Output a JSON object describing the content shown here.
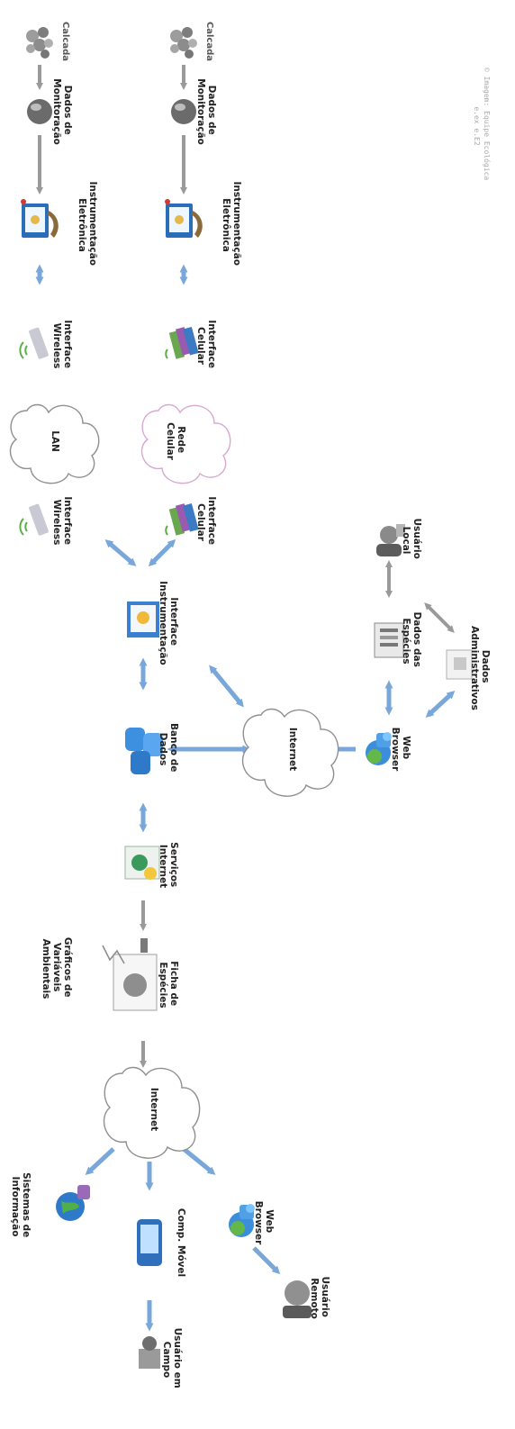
{
  "labels": {
    "calcada1": "Calcada",
    "calcada2": "Calcada",
    "dados_monitoracao1": [
      "Dados de",
      "Monitoração"
    ],
    "dados_monitoracao2": [
      "Dados de",
      "Monitoração"
    ],
    "instr_eletronica": [
      "Instrumentação",
      "Eletrônica"
    ],
    "instr_eletronica2": [
      "Instrumentação",
      "Eletrônica"
    ],
    "interface_wireless1": [
      "Interface",
      "Wireless"
    ],
    "interface_celular1": [
      "Interface",
      "Celular"
    ],
    "lan": "LAN",
    "rede_celular": [
      "Rede",
      "Celular"
    ],
    "interface_wireless2": [
      "Interface",
      "Wireless"
    ],
    "interface_celular2": [
      "Interface",
      "Celular"
    ],
    "interface_instrumentacao": [
      "Interface",
      "Instrumentação"
    ],
    "usuario_local": [
      "Usuário",
      "Local"
    ],
    "dados_especies": [
      "Dados das",
      "Espécies"
    ],
    "dados_administrativos": [
      "Dados",
      "Administrativos"
    ],
    "banco_dados": [
      "Banco de",
      "Dados"
    ],
    "internet_mid": "Internet",
    "web_browser_mid": [
      "Web",
      "Browser"
    ],
    "servicos_internet": [
      "Serviços",
      "Internet"
    ],
    "graficos": [
      "Gráficos de",
      "Variáveis",
      "Ambientais"
    ],
    "ficha_especies": [
      "Ficha de",
      "Espécies"
    ],
    "internet_low": "Internet",
    "sistemas_informacao": [
      "Sistemas de",
      "Informação"
    ],
    "comp_movel": "Comp. Móvel",
    "usuario_campo": [
      "Usuário em",
      "Campo"
    ],
    "web_browser_low": [
      "Web",
      "Browser"
    ],
    "usuario_remoto": [
      "Usuário",
      "Remoto"
    ]
  },
  "watermark": [
    "© Imagem: Equipe Ecológica",
    "e.ex  e.E2"
  ],
  "colors": {
    "arrow_gray": "#9a9a9a",
    "arrow_blue": "#7aa7d9",
    "cloud_gray": "#8f8f8f",
    "cloud_pink": "#d7a9d0"
  }
}
